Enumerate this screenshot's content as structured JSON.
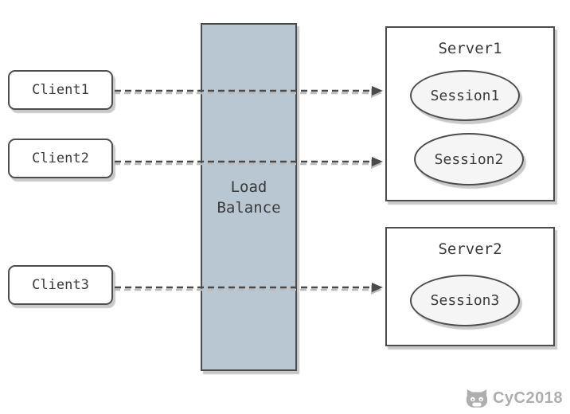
{
  "diagram": {
    "title_hint": "Sticky session load balancing diagram",
    "clients": [
      {
        "label": "Client1"
      },
      {
        "label": "Client2"
      },
      {
        "label": "Client3"
      }
    ],
    "load_balancer": {
      "label": "Load\nBalance"
    },
    "servers": [
      {
        "label": "Server1",
        "sessions": [
          {
            "label": "Session1"
          },
          {
            "label": "Session2"
          }
        ]
      },
      {
        "label": "Server2",
        "sessions": [
          {
            "label": "Session3"
          }
        ]
      }
    ],
    "connections": [
      {
        "from": "Client1",
        "to": "Server1",
        "style": "dashed-arrow"
      },
      {
        "from": "Client2",
        "to": "Server1",
        "style": "dashed-arrow"
      },
      {
        "from": "Client3",
        "to": "Server2",
        "style": "dashed-arrow"
      }
    ],
    "watermark": {
      "text": "CyC2018",
      "icon": "octocat-icon"
    },
    "colors": {
      "background": "#ffffff",
      "load_balancer_fill": "#b9c7d3",
      "shape_border": "#4d4d4d",
      "session_fill": "#f5f5f5",
      "shadow": "#c9c9c9",
      "arrow": "#4a4a4a",
      "arrow_shadow": "#bcbcbc",
      "text": "#3a3a3a",
      "watermark": "#aeaeae"
    }
  }
}
